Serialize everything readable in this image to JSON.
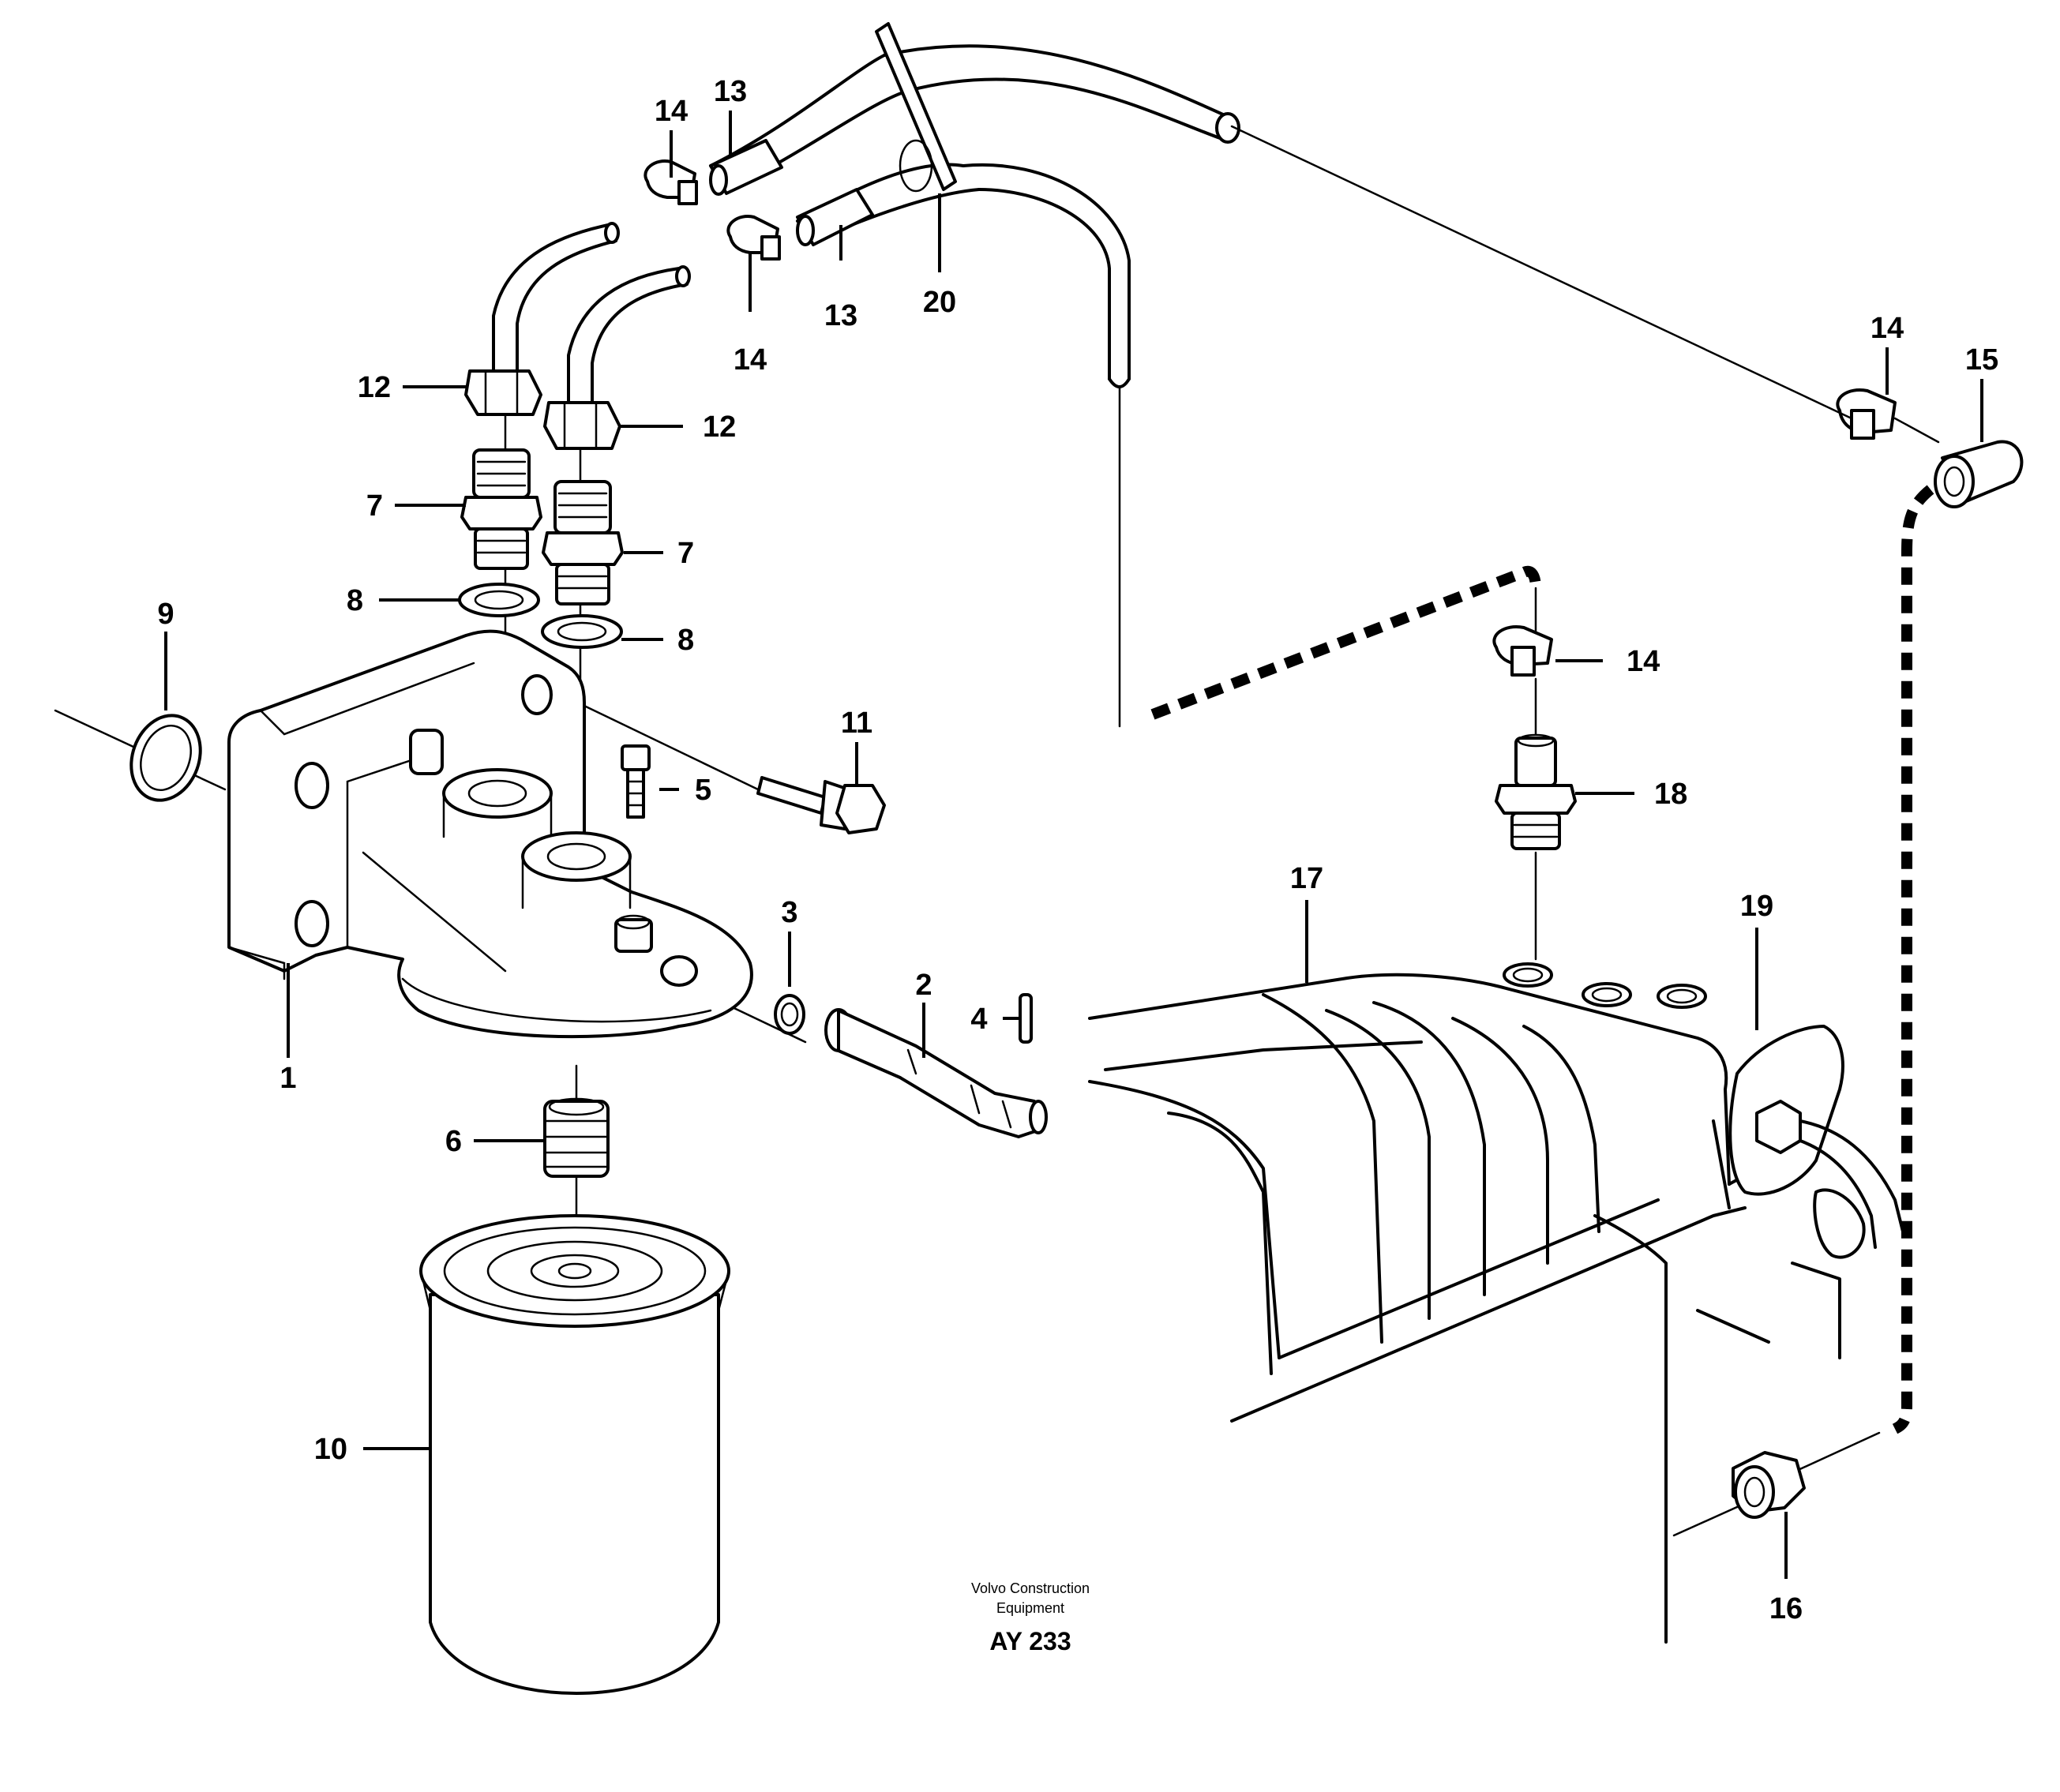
{
  "callouts": {
    "c1": "1",
    "c2": "2",
    "c3": "3",
    "c4": "4",
    "c5": "5",
    "c6": "6",
    "c7a": "7",
    "c7b": "7",
    "c8a": "8",
    "c8b": "8",
    "c9": "9",
    "c10": "10",
    "c11": "11",
    "c12a": "12",
    "c12b": "12",
    "c13a": "13",
    "c13b": "13",
    "c14a": "14",
    "c14b": "14",
    "c14c": "14",
    "c14d": "14",
    "c15": "15",
    "c16": "16",
    "c17": "17",
    "c18": "18",
    "c19": "19",
    "c20": "20"
  },
  "footer": {
    "company_line1": "Volvo Construction",
    "company_line2": "Equipment",
    "figure_id": "AY 233"
  }
}
